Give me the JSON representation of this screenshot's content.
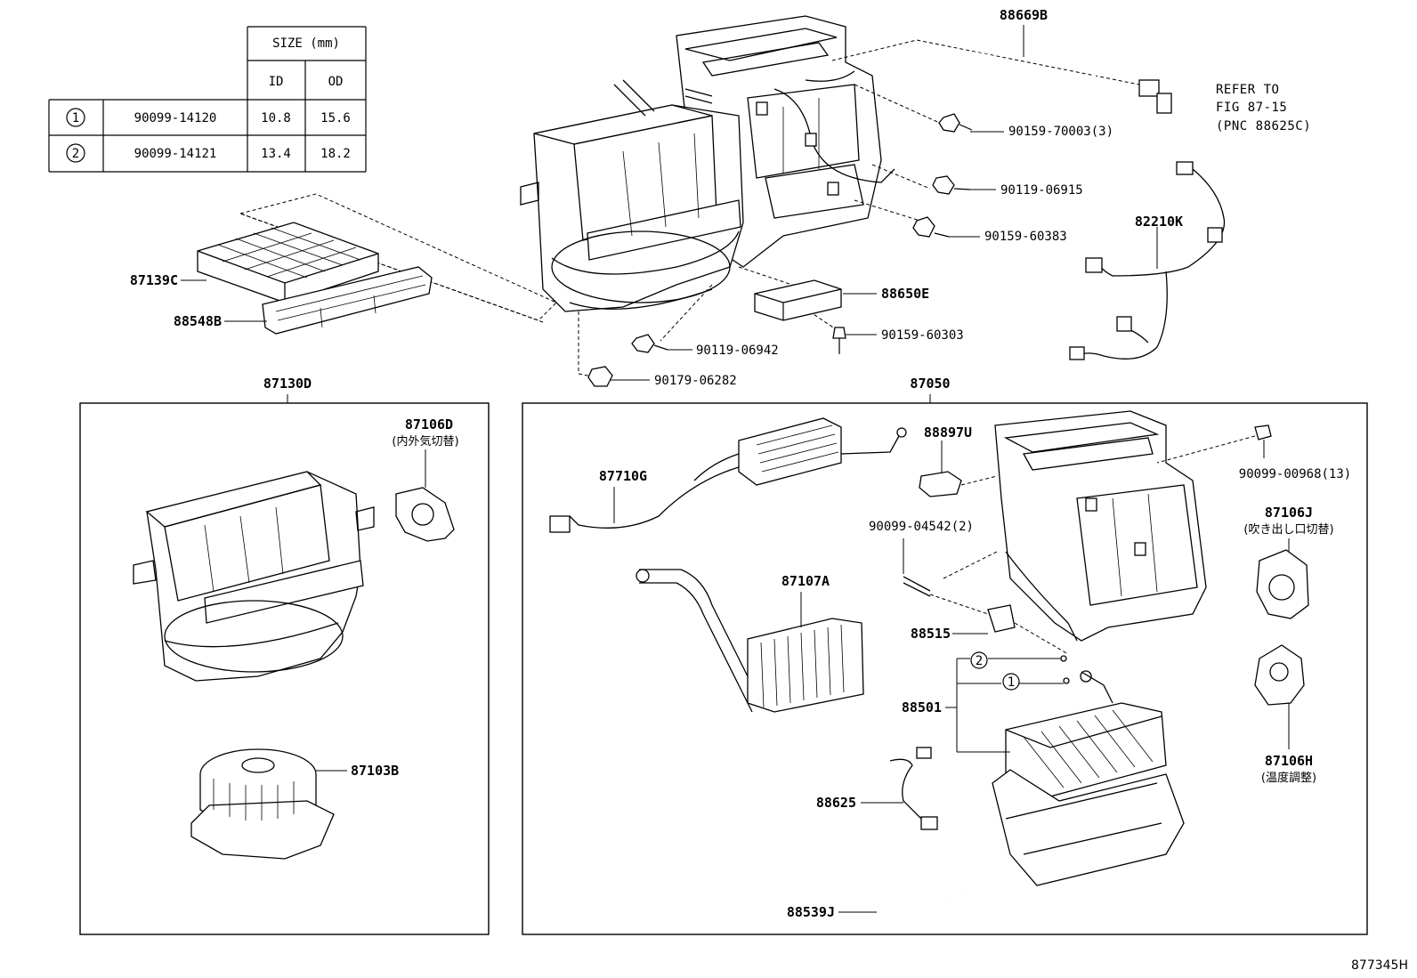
{
  "size_table": {
    "header_size": "SIZE (mm)",
    "header_id": "ID",
    "header_od": "OD",
    "rows": [
      {
        "ref": "1",
        "part": "90099-14120",
        "id": "10.8",
        "od": "15.6"
      },
      {
        "ref": "2",
        "part": "90099-14121",
        "id": "13.4",
        "od": "18.2"
      }
    ]
  },
  "labels": {
    "p88669B": "88669B",
    "refer1": "REFER TO",
    "refer2": "FIG 87-15",
    "refer3": "(PNC 88625C)",
    "p90159_70003": "90159-70003(3)",
    "p90119_06915": "90119-06915",
    "p90159_60383": "90159-60383",
    "p82210K": "82210K",
    "p87139C": "87139C",
    "p88548B": "88548B",
    "p88650E": "88650E",
    "p90119_06942": "90119-06942",
    "p90159_60303": "90159-60303",
    "p90179_06282": "90179-06282",
    "p87130D": "87130D",
    "p87050": "87050",
    "p87106D": "87106D",
    "p87106D_jp": "(内外気切替)",
    "p87103B": "87103B",
    "p87710G": "87710G",
    "p88897U": "88897U",
    "p90099_00968": "90099-00968(13)",
    "p90099_04542": "90099-04542(2)",
    "p87106J": "87106J",
    "p87106J_jp": "(吹き出し口切替)",
    "p87107A": "87107A",
    "p88515": "88515",
    "p88501": "88501",
    "circ1": "1",
    "circ2": "2",
    "p87106H": "87106H",
    "p87106H_jp": "(温度調整)",
    "p88625": "88625",
    "p88539J": "88539J"
  },
  "footer_code": "877345H"
}
